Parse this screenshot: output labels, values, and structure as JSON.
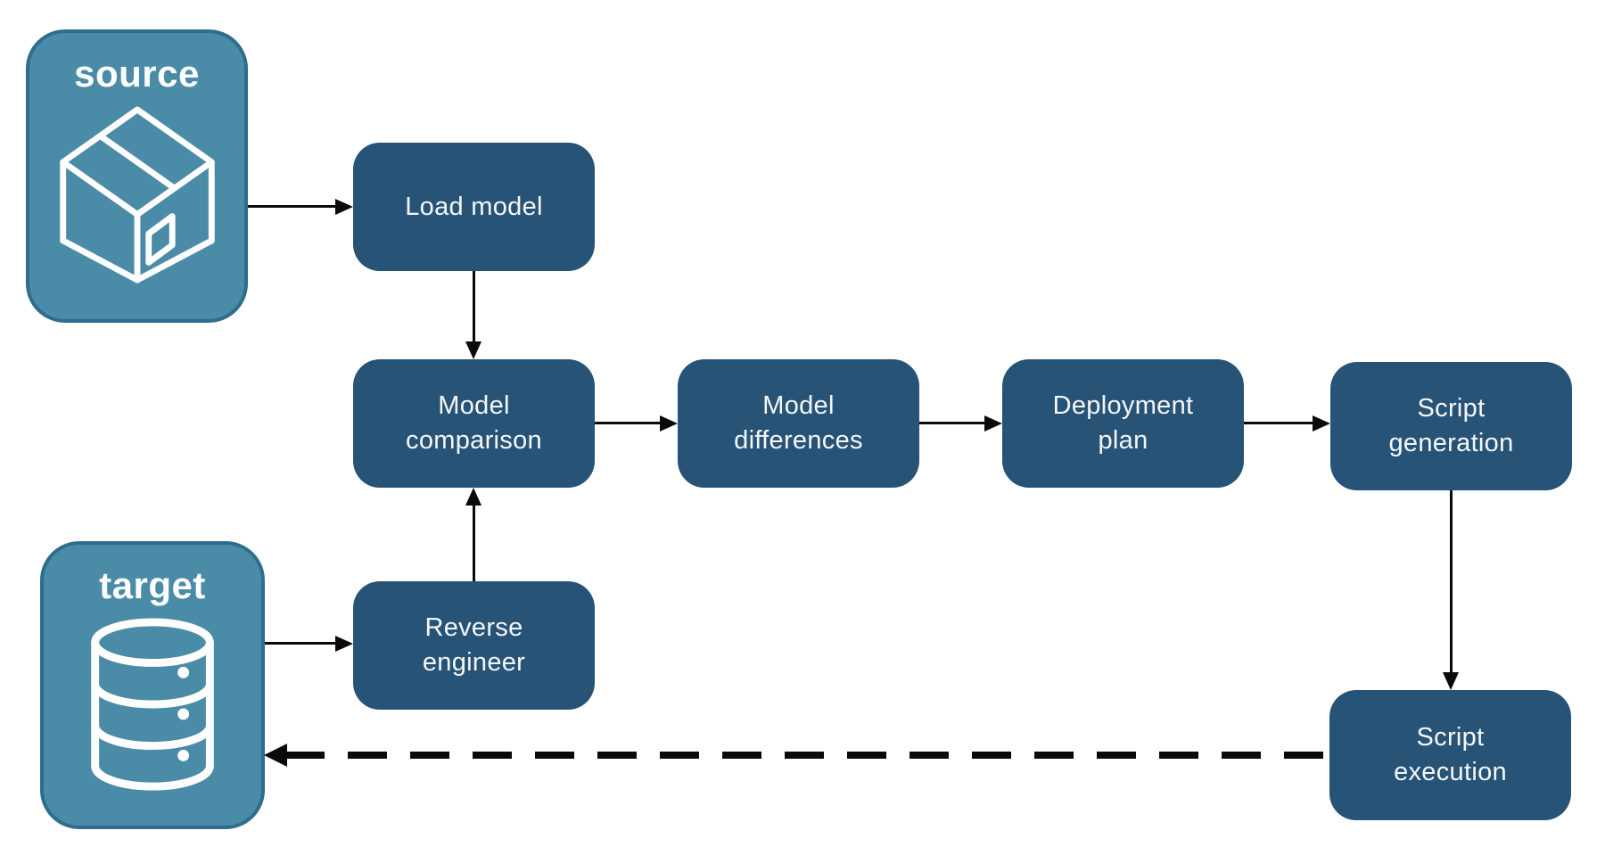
{
  "diagram": {
    "stores": [
      {
        "id": "source",
        "label": "source",
        "icon": "package-icon"
      },
      {
        "id": "target",
        "label": "target",
        "icon": "database-icon"
      }
    ],
    "nodes": [
      {
        "id": "load-model",
        "label": "Load model"
      },
      {
        "id": "model-comparison",
        "label": "Model\ncomparison"
      },
      {
        "id": "model-differences",
        "label": "Model\ndifferences"
      },
      {
        "id": "deployment-plan",
        "label": "Deployment\nplan"
      },
      {
        "id": "script-generation",
        "label": "Script\ngeneration"
      },
      {
        "id": "reverse-engineer",
        "label": "Reverse\nengineer"
      },
      {
        "id": "script-execution",
        "label": "Script\nexecution"
      }
    ],
    "edges": [
      {
        "from": "source",
        "to": "load-model",
        "style": "solid"
      },
      {
        "from": "load-model",
        "to": "model-comparison",
        "style": "solid"
      },
      {
        "from": "model-comparison",
        "to": "model-differences",
        "style": "solid"
      },
      {
        "from": "model-differences",
        "to": "deployment-plan",
        "style": "solid"
      },
      {
        "from": "deployment-plan",
        "to": "script-generation",
        "style": "solid"
      },
      {
        "from": "script-generation",
        "to": "script-execution",
        "style": "solid"
      },
      {
        "from": "target",
        "to": "reverse-engineer",
        "style": "solid"
      },
      {
        "from": "reverse-engineer",
        "to": "model-comparison",
        "style": "solid"
      },
      {
        "from": "script-execution",
        "to": "target",
        "style": "dashed"
      }
    ],
    "colors": {
      "node_fill": "#275377",
      "node_text": "#F4F7F9",
      "store_fill": "#4A8BA8",
      "store_border": "#2E6E8C",
      "store_text": "#FFFFFF",
      "arrow": "#0A0A0A",
      "background": "#FFFFFF"
    }
  }
}
